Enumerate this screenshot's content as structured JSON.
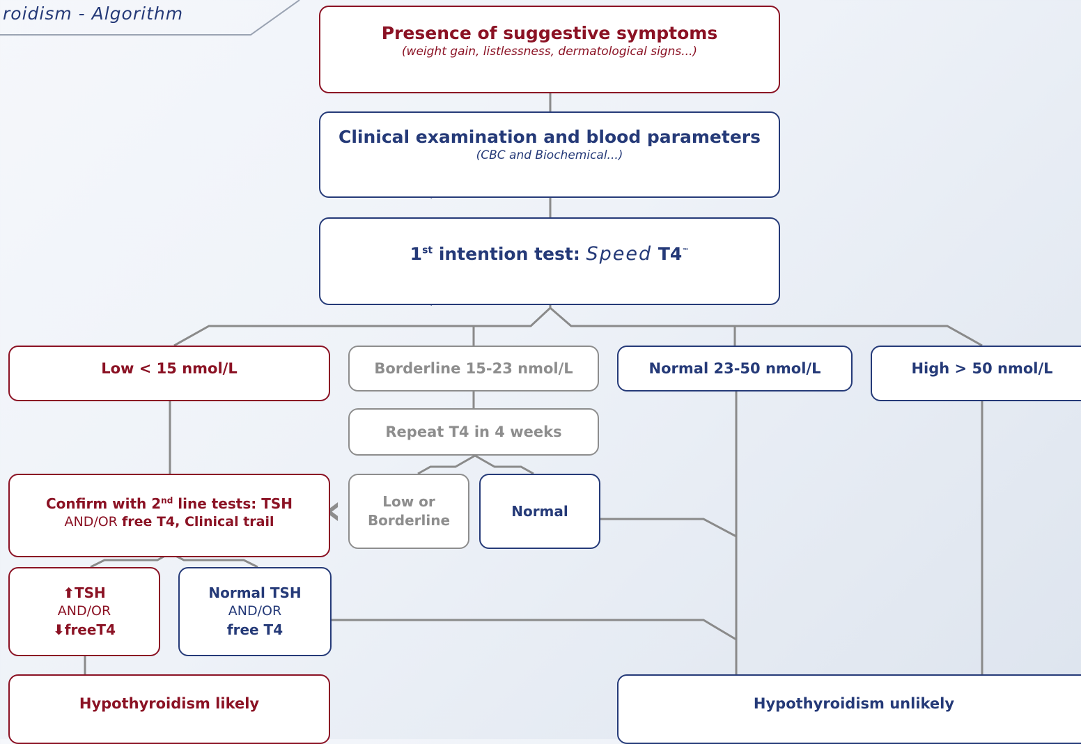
{
  "title": "roidism - Algorithm",
  "nodes": {
    "symptoms": {
      "title": "Presence of suggestive symptoms",
      "subtitle": "(weight gain, listlessness, dermatological signs...)"
    },
    "exam": {
      "title": "Clinical examination and blood parameters",
      "subtitle": "(CBC and Biochemical...)"
    },
    "first_test": {
      "prefix": "1",
      "sup": "st",
      "text": " intention test: ",
      "brand": "Speed",
      "suffix": " T4",
      "tm": "™"
    },
    "low": "Low < 15 nmol/L",
    "borderline": "Borderline 15-23 nmol/L",
    "normal_range": "Normal 23-50 nmol/L",
    "high": "High > 50 nmol/L",
    "repeat": "Repeat T4 in 4 weeks",
    "low_or": "Low or",
    "borderline_label": "Borderline",
    "normal": "Normal",
    "confirm": {
      "line1_a": "Confirm with 2",
      "line1_sup": "nd",
      "line1_b": " line tests: TSH",
      "line2_a": "AND/OR ",
      "line2_b": "free T4, Clinical trail"
    },
    "tsh_up": {
      "line1": "⬆TSH",
      "line2": "AND/OR",
      "line3": "⬇freeT4"
    },
    "normal_tsh": {
      "line1": "Normal TSH",
      "line2": "AND/OR",
      "line3": "free T4"
    },
    "likely": "Hypothyroidism likely",
    "unlikely": "Hypothyroidism unlikely"
  },
  "colors": {
    "red": "#8b1224",
    "blue": "#253a78",
    "grey": "#8d8d8d",
    "connector": "#8a8a8a"
  }
}
